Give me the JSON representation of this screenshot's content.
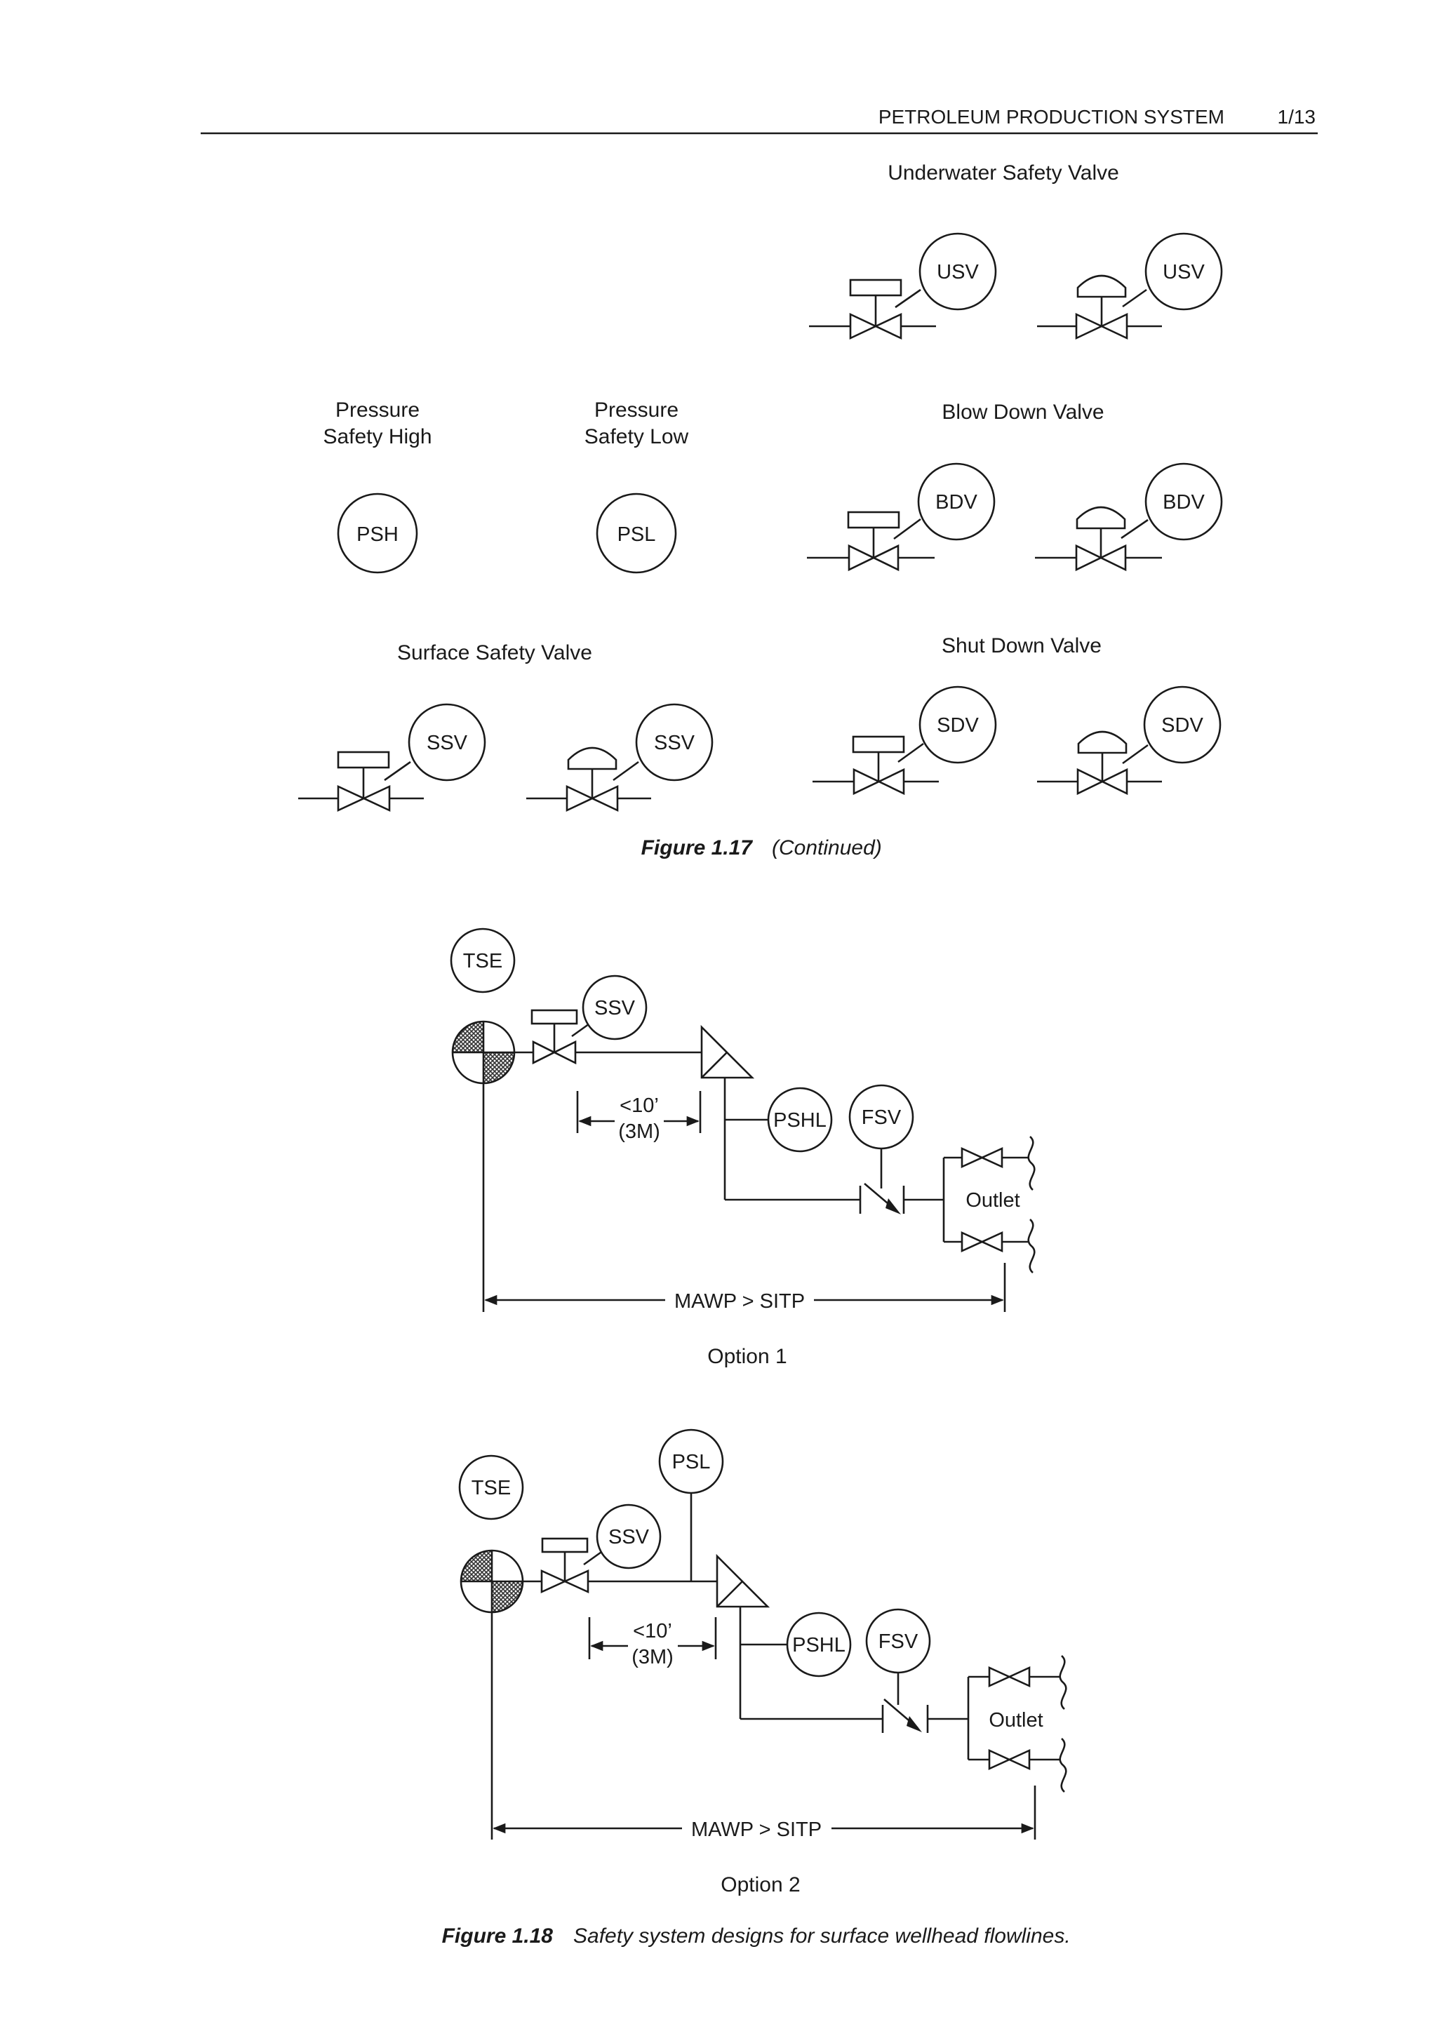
{
  "header": {
    "running_title": "PETROLEUM PRODUCTION SYSTEM",
    "page_number": "1/13"
  },
  "fig117": {
    "usv": {
      "title": "Underwater Safety Valve",
      "tag_a": "USV",
      "tag_b": "USV"
    },
    "psh": {
      "line1": "Pressure",
      "line2": "Safety High",
      "tag": "PSH"
    },
    "psl": {
      "line1": "Pressure",
      "line2": "Safety Low",
      "tag": "PSL"
    },
    "bdv": {
      "title": "Blow Down Valve",
      "tag_a": "BDV",
      "tag_b": "BDV"
    },
    "ssv": {
      "title": "Surface Safety Valve",
      "tag_a": "SSV",
      "tag_b": "SSV"
    },
    "sdv": {
      "title": "Shut Down Valve",
      "tag_a": "SDV",
      "tag_b": "SDV"
    },
    "caption_label": "Figure 1.17",
    "caption_text": "(Continued)"
  },
  "option1": {
    "tse": "TSE",
    "ssv": "SSV",
    "pshl": "PSHL",
    "fsv": "FSV",
    "dist_line1": "<10’",
    "dist_line2": "(3M)",
    "outlet": "Outlet",
    "mawp": "MAWP > SITP",
    "label": "Option 1"
  },
  "option2": {
    "tse": "TSE",
    "psl": "PSL",
    "ssv": "SSV",
    "pshl": "PSHL",
    "fsv": "FSV",
    "dist_line1": "<10’",
    "dist_line2": "(3M)",
    "outlet": "Outlet",
    "mawp": "MAWP > SITP",
    "label": "Option 2"
  },
  "caption118": {
    "label": "Figure 1.18",
    "text": "Safety system designs for surface wellhead flowlines."
  }
}
